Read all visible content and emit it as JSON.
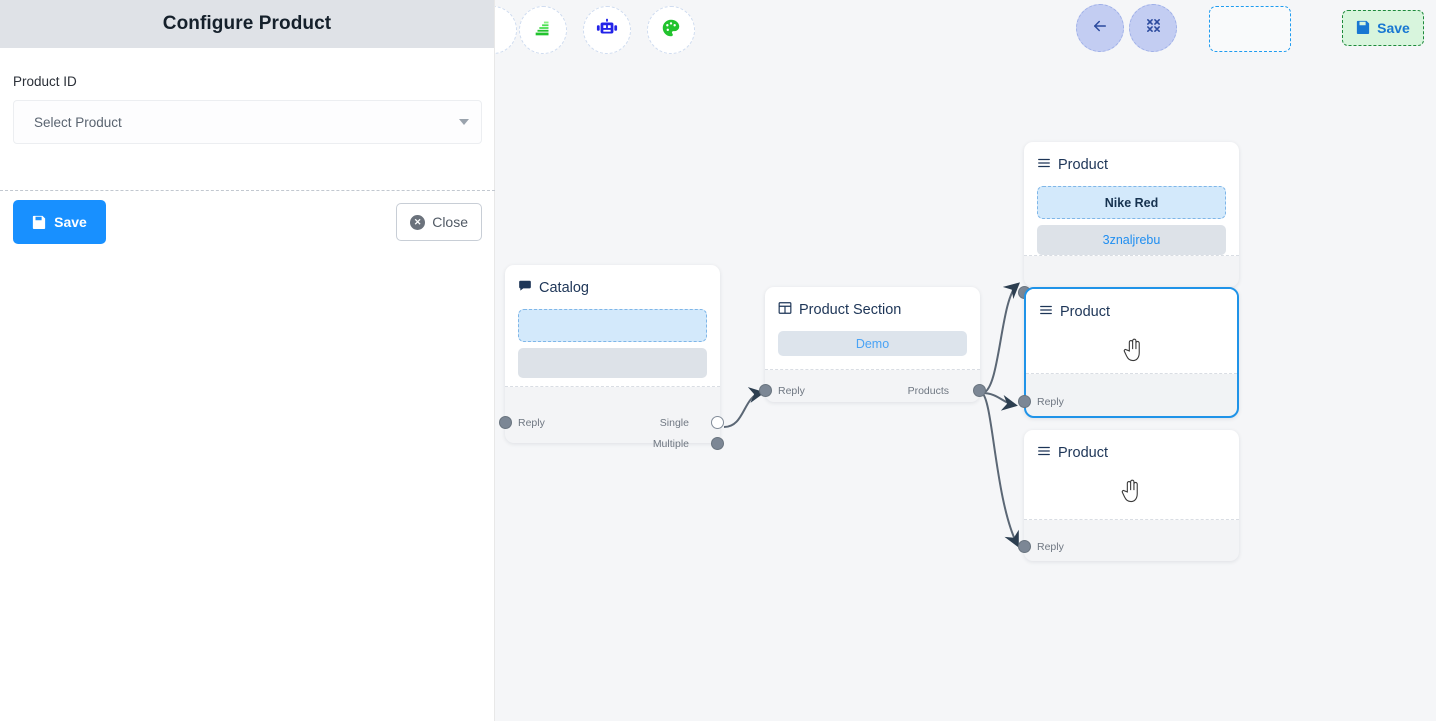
{
  "panel": {
    "title": "Configure Product",
    "field_label": "Product ID",
    "select_placeholder": "Select Product",
    "caret_icon": "chevron-down-icon",
    "save_label": "Save",
    "save_icon": "floppy-disk-icon",
    "close_label": "Close",
    "close_icon": "close-circle-icon",
    "accent_blue": "#1890ff",
    "header_bg": "#dfe2e7"
  },
  "toolbar": {
    "items": [
      {
        "name": "layers-stack-icon",
        "color": "#22c32e"
      },
      {
        "name": "robot-icon",
        "color": "#2222e8"
      },
      {
        "name": "palette-icon",
        "color": "#22c32e"
      }
    ],
    "back_icon": "arrow-left-icon",
    "collapse_icon": "collapse-icon",
    "dropzone": "",
    "save_label": "Save",
    "save_icon": "floppy-disk-icon",
    "save_bg": "#d8f5dd",
    "save_border": "#1e8a3c"
  },
  "canvas": {
    "background": "#f5f6f8",
    "edge_color": "#5b6775",
    "nodes": [
      {
        "id": "catalog",
        "title": "Catalog",
        "icon": "chat-bubble-icon",
        "slot_dashed_text": "",
        "slot_gray_text": "",
        "ports": [
          {
            "label": "Reply",
            "side": "left",
            "style": "filled"
          },
          {
            "label": "Single",
            "side": "right",
            "style": "hollow"
          },
          {
            "label": "Multiple",
            "side": "right",
            "style": "filled"
          }
        ]
      },
      {
        "id": "product-section",
        "title": "Product Section",
        "icon": "table-grid-icon",
        "button_label": "Demo",
        "ports": [
          {
            "label": "Reply",
            "side": "left",
            "style": "filled"
          },
          {
            "label": "Products",
            "side": "right",
            "style": "filled"
          }
        ]
      },
      {
        "id": "product-1",
        "title": "Product",
        "icon": "list-lines-icon",
        "slot_dashed_text": "Nike Red",
        "slot_gray_text": "3znaljrebu",
        "selected": false,
        "ports": [
          {
            "label": "Reply",
            "side": "left",
            "style": "filled"
          }
        ]
      },
      {
        "id": "product-2",
        "title": "Product",
        "icon": "list-lines-icon",
        "slot_dashed_text": "",
        "slot_gray_text": "",
        "selected": true,
        "ports": [
          {
            "label": "Reply",
            "side": "left",
            "style": "filled"
          }
        ]
      },
      {
        "id": "product-3",
        "title": "Product",
        "icon": "list-lines-icon",
        "slot_dashed_text": "",
        "slot_gray_text": "",
        "selected": false,
        "ports": [
          {
            "label": "Reply",
            "side": "left",
            "style": "filled"
          }
        ]
      }
    ]
  }
}
